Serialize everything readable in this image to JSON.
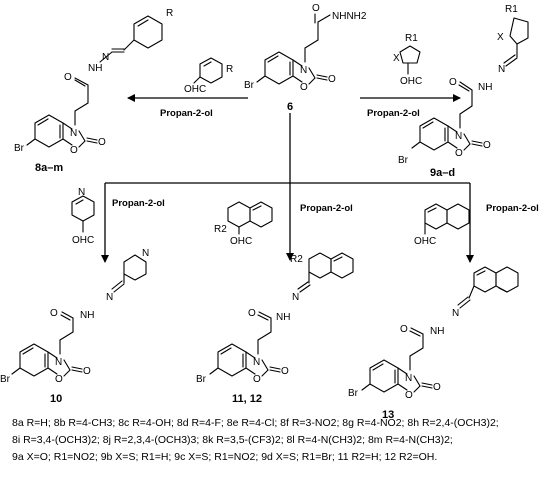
{
  "compounds": {
    "start": "6",
    "c8": "8a–m",
    "c9": "9a–d",
    "c10": "10",
    "c1112": "11, 12",
    "c13": "13"
  },
  "labels": {
    "hydrazide": "NHNH2",
    "o": "O",
    "n": "N",
    "nh": "NH",
    "br": "Br",
    "ohc": "OHC",
    "r": "R",
    "r1": "R1",
    "r2": "R2",
    "x": "X"
  },
  "conditions": {
    "left": "Propan-2-ol",
    "right": "Propan-2-ol",
    "b1": "Propan-2-ol",
    "b2": "Propan-2-ol",
    "b3": "Propan-2-ol"
  },
  "legend": {
    "line1": "8a R=H; 8b R=4-CH3; 8c R=4-OH; 8d R=4-F; 8e R=4-Cl; 8f R=3-NO2; 8g R=4-NO2; 8h R=2,4-(OCH3)2;",
    "line2": "8i R=3,4-(OCH3)2; 8j R=2,3,4-(OCH3)3; 8k R=3,5-(CF3)2; 8l R=4-N(CH3)2; 8m R=4-N(CH3)2;",
    "line3": "9a X=O; R1=NO2; 9b X=S; R1=H; 9c X=S; R1=NO2; 9d X=S; R1=Br; 11 R2=H; 12 R2=OH."
  }
}
